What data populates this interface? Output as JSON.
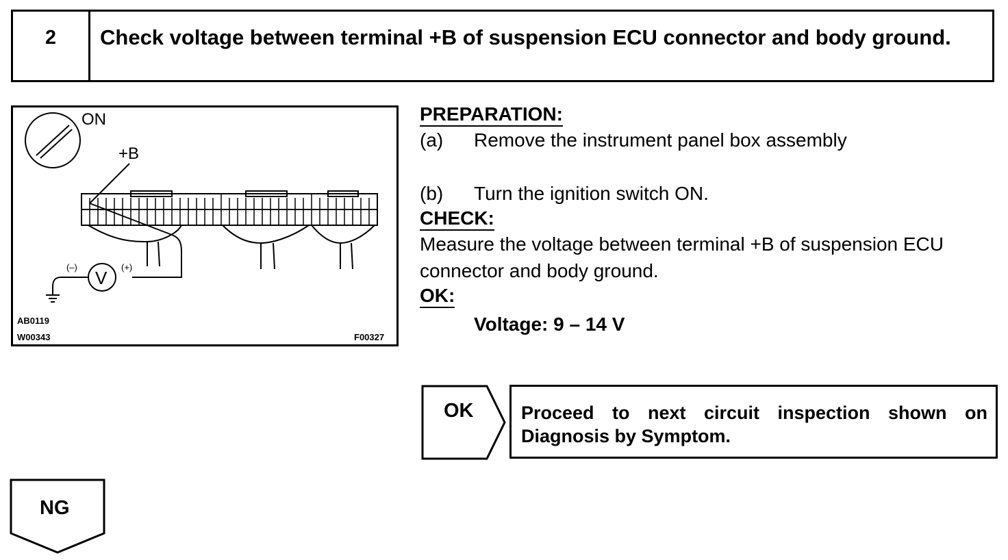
{
  "step": {
    "number": "2",
    "title": "Check voltage between terminal +B of suspension ECU connector and body ground."
  },
  "figure": {
    "ignition_label": "ON",
    "terminal_label": "+B",
    "meter_symbol": "V",
    "neg_label": "(–)",
    "pos_label": "(+)",
    "code1": "AB0119",
    "code2": "W00343",
    "code3": "F00327"
  },
  "preparation": {
    "heading": "PREPARATION:",
    "items": [
      {
        "letter": "(a)",
        "text": "Remove the instrument panel box assembly"
      },
      {
        "letter": "(b)",
        "text": "Turn the ignition switch ON."
      }
    ]
  },
  "check": {
    "heading": "CHECK:",
    "line1": "Measure the voltage between terminal +B of suspension ECU",
    "line2": "connector and body ground."
  },
  "ok": {
    "heading": "OK:",
    "spec": "Voltage: 9 – 14 V"
  },
  "ok_result": {
    "label": "OK",
    "text": "Proceed to next circuit inspection shown on Diagnosis by Symptom."
  },
  "ng_result": {
    "label": "NG"
  }
}
